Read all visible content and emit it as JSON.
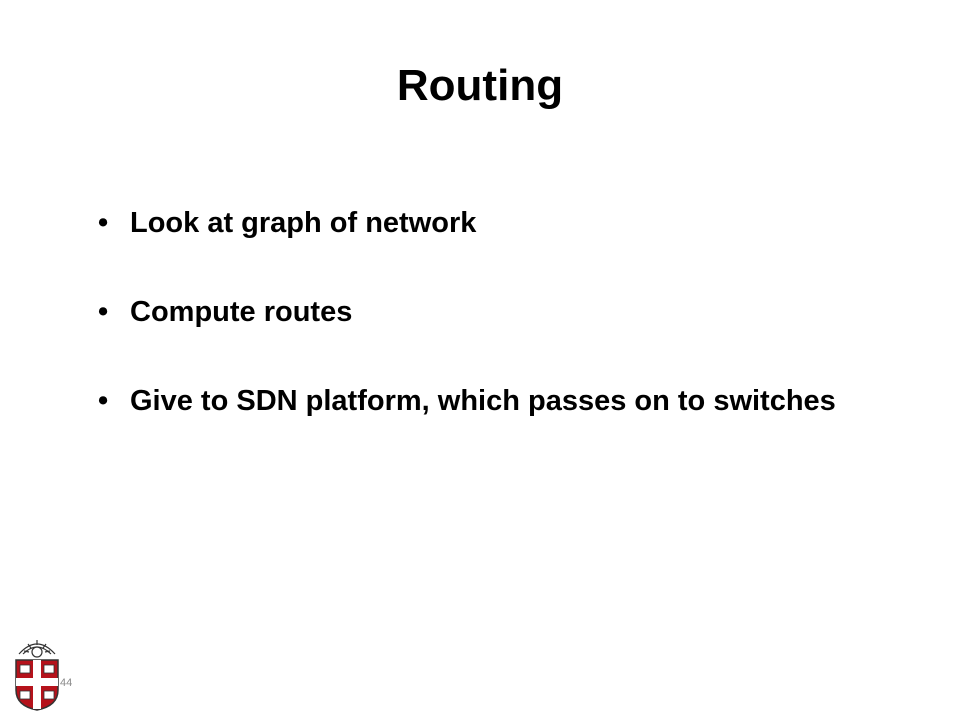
{
  "slide": {
    "title": "Routing",
    "bullets": [
      "Look at graph of network",
      "Compute routes",
      "Give to SDN platform, which passes on to switches"
    ],
    "bullet_glyph": "•",
    "page_number": "44"
  },
  "logo": {
    "icon": "university-crest-icon",
    "colors": {
      "shield_red": "#b5121b",
      "cross": "#ffffff",
      "outline": "#333333"
    }
  }
}
